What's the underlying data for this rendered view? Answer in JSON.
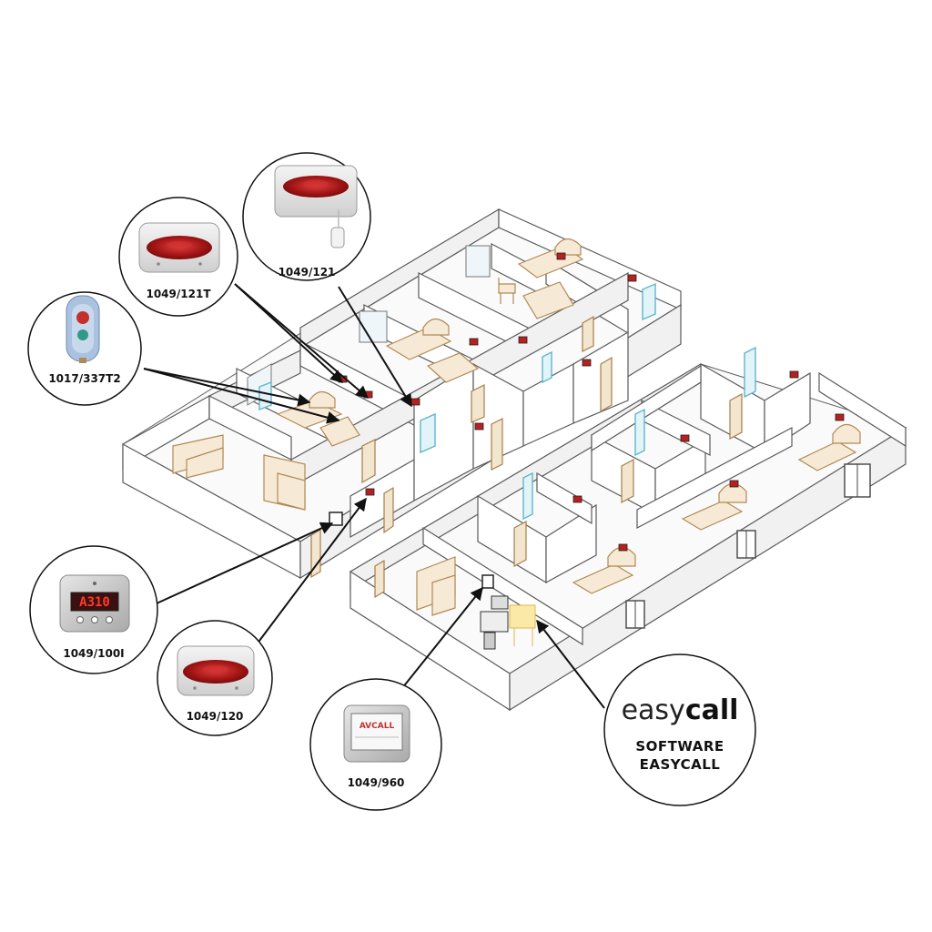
{
  "devices": {
    "d1049_121": {
      "code": "1049/121"
    },
    "d1049_121t": {
      "code": "1049/121T"
    },
    "d1017_337t2": {
      "code": "1017/337T2"
    },
    "d1049_100i": {
      "code": "1049/100I",
      "display": "A310"
    },
    "d1049_120": {
      "code": "1049/120"
    },
    "d1049_960": {
      "code": "1049/960",
      "screen_logo": "AVCALL"
    }
  },
  "software": {
    "brand_light": "easy",
    "brand_bold": "call",
    "line1": "SOFTWARE",
    "line2": "EASYCALL"
  },
  "colors": {
    "call_red": "#b82020",
    "furniture": "#f6ead6",
    "glass_door": "#5fb6cc",
    "wall_outline": "#5a5a5a"
  }
}
